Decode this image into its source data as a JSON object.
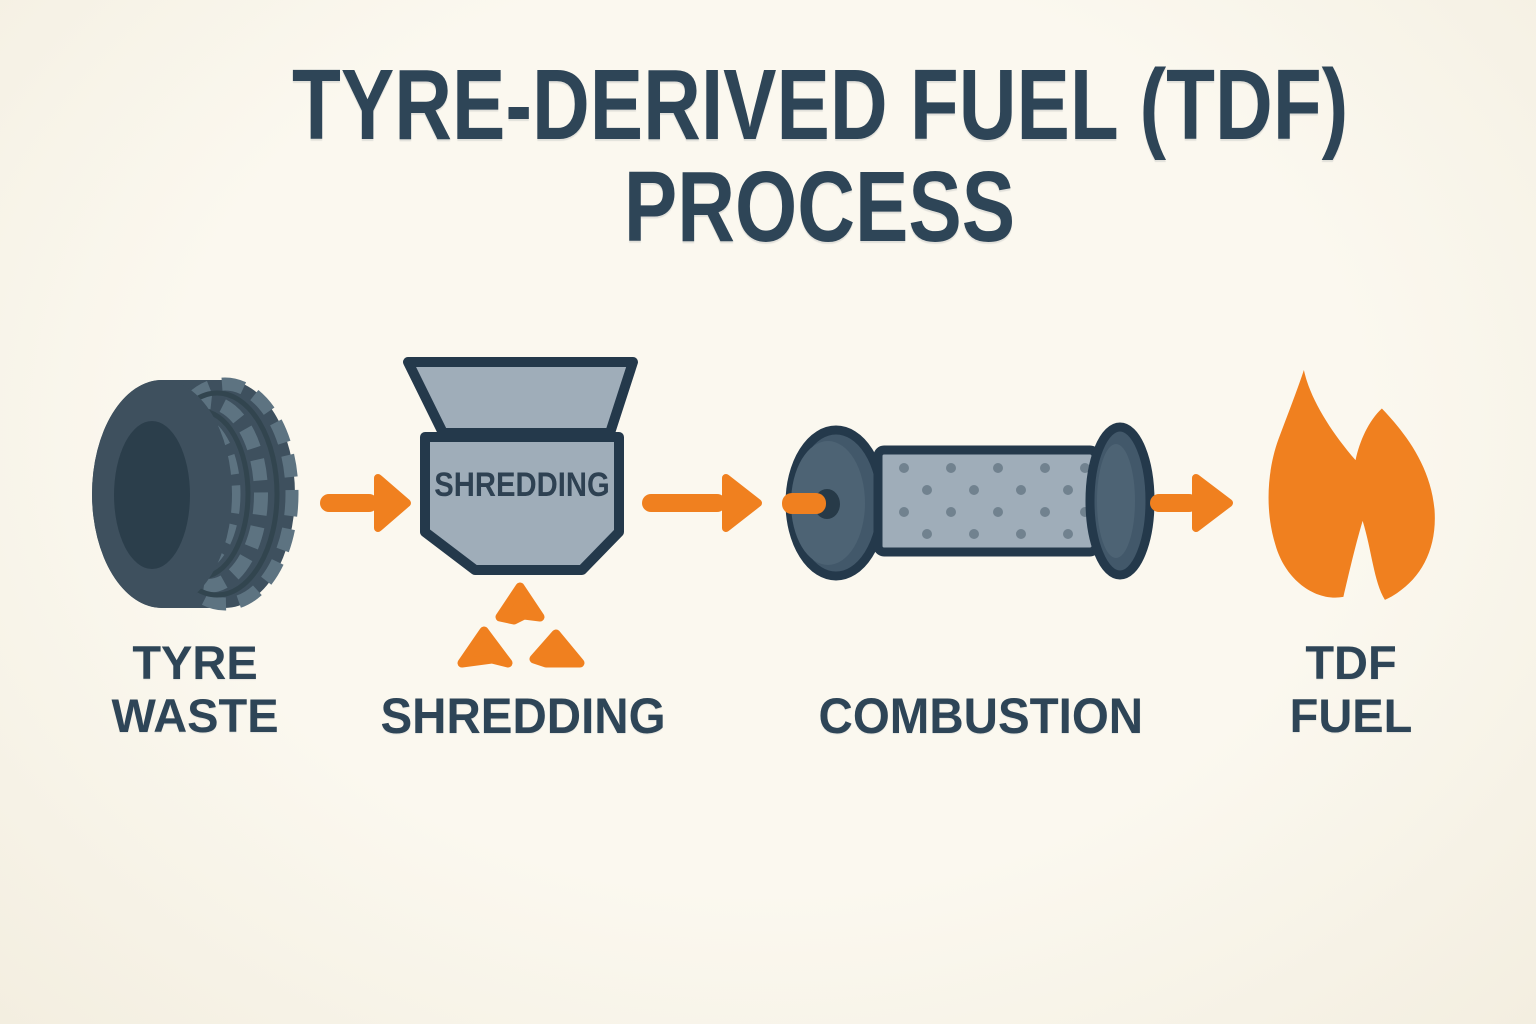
{
  "title": {
    "line1": "TYRE-DERIVED FUEL (TDF)",
    "line2": "PROCESS"
  },
  "shredder_machine_label": "SHREDDING",
  "steps": [
    {
      "name": "tyre-waste",
      "lines": [
        "TYRE",
        "WASTE"
      ]
    },
    {
      "name": "shredding",
      "lines": [
        "SHREDDING"
      ]
    },
    {
      "name": "combustion",
      "lines": [
        "COMBUSTION"
      ]
    },
    {
      "name": "tdf-fuel",
      "lines": [
        "TDF",
        "FUEL"
      ]
    }
  ],
  "icons": {
    "tyre-icon": "waste tyre in three-quarter view",
    "arrow-right-icon": "orange process-flow arrow",
    "shredder-hopper-icon": "shredding machine hopper",
    "rubber-chunks-icon": "three orange shredded rubber chunks",
    "combustion-drum-icon": "perforated rotary combustion drum with orange axle",
    "flame-icon": "orange TDF fuel flame"
  },
  "colors": {
    "bg": "#FAF6EC",
    "ink": "#2E4557",
    "orange": "#F0801F",
    "steel": "#9FADB9",
    "steel-dark": "#42586A",
    "steel-face": "#4D6374",
    "outline": "#24394B",
    "dots": "#71828F",
    "tire": "#3E505E",
    "tire-hub": "#2B3E4B",
    "tread": "#5D7381",
    "groove": "#32454F"
  }
}
